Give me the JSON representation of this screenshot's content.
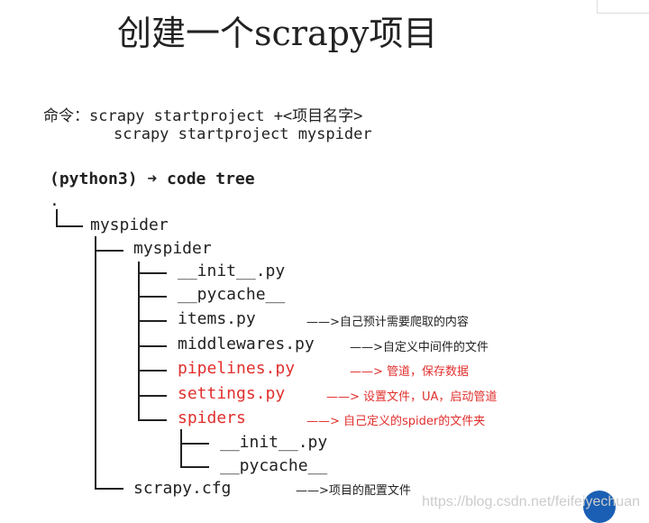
{
  "title": "创建一个scrapy项目",
  "command": {
    "label": "命令：",
    "syntax": "scrapy startproject +<项目名字>",
    "example": "scrapy startproject myspider"
  },
  "prompt": "(python3) ➜  code tree",
  "tree": {
    "root": ".",
    "project": "myspider",
    "package": "myspider",
    "items": [
      {
        "name": "__init__.py",
        "note": ""
      },
      {
        "name": "__pycache__",
        "note": ""
      },
      {
        "name": "items.py",
        "note": "——>自己预计需要爬取的内容"
      },
      {
        "name": "middlewares.py",
        "note": "——>自定义中间件的文件"
      },
      {
        "name": "pipelines.py",
        "note": "——> 管道，保存数据"
      },
      {
        "name": "settings.py",
        "note": "——> 设置文件，UA，启动管道"
      },
      {
        "name": "spiders",
        "note": "——> 自己定义的spider的文件夹"
      }
    ],
    "spiders_items": [
      "__init__.py",
      "__pycache__"
    ],
    "cfg": {
      "name": "scrapy.cfg",
      "note": "——>项目的配置文件"
    }
  },
  "watermark": "https://blog.csdn.net/feifeiyechuan",
  "colors": {
    "red": "#e0302e"
  }
}
